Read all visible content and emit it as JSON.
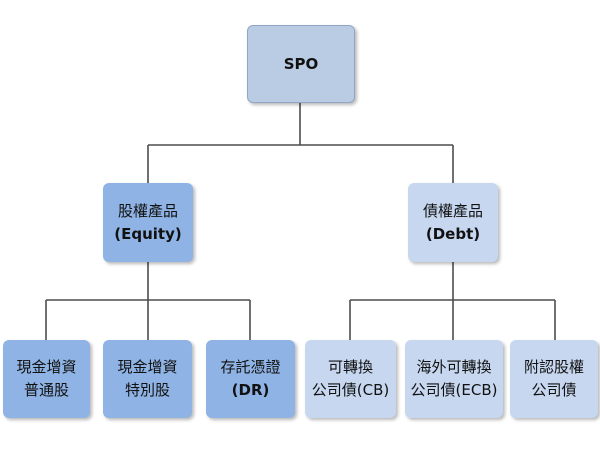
{
  "root": {
    "label": "SPO"
  },
  "equity": {
    "line1": "股權產品",
    "line2": "(Equity)"
  },
  "debt": {
    "line1": "債權產品",
    "line2": "(Debt)"
  },
  "leaves": [
    {
      "line1": "現金增資",
      "line2": "普通股"
    },
    {
      "line1": "現金增資",
      "line2": "特別股"
    },
    {
      "line1": "存託憑證",
      "line2": "(DR)"
    },
    {
      "line1": "可轉換",
      "line2": "公司債(CB)"
    },
    {
      "line1": "海外可轉換",
      "line2": "公司債(ECB)"
    },
    {
      "line1": "附認股權",
      "line2": "公司債"
    }
  ],
  "colors": {
    "root_fill": "#b9cce4",
    "equity_fill": "#8eb3e4",
    "debt_fill": "#c6d7ef",
    "connector": "#4d4d4d"
  }
}
